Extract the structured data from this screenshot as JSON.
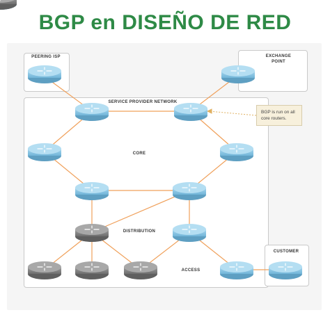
{
  "title": "BGP en DISEÑO DE RED",
  "labels": {
    "peering_isp": "PEERING ISP",
    "exchange_point_1": "EXCHANGE",
    "exchange_point_2": "POINT",
    "service_provider_network": "SERVICE PROVIDER NETWORK",
    "core": "CORE",
    "distribution": "DISTRIBUTION",
    "access": "ACCESS",
    "customer": "CUSTOMER"
  },
  "note": {
    "line1": "BGP is run on all",
    "line2": "core routers."
  },
  "colors": {
    "title": "#2e8a46",
    "router_blue": "#8ecae6",
    "router_gray": "#8c8c8c",
    "link": "#f0a05a"
  }
}
